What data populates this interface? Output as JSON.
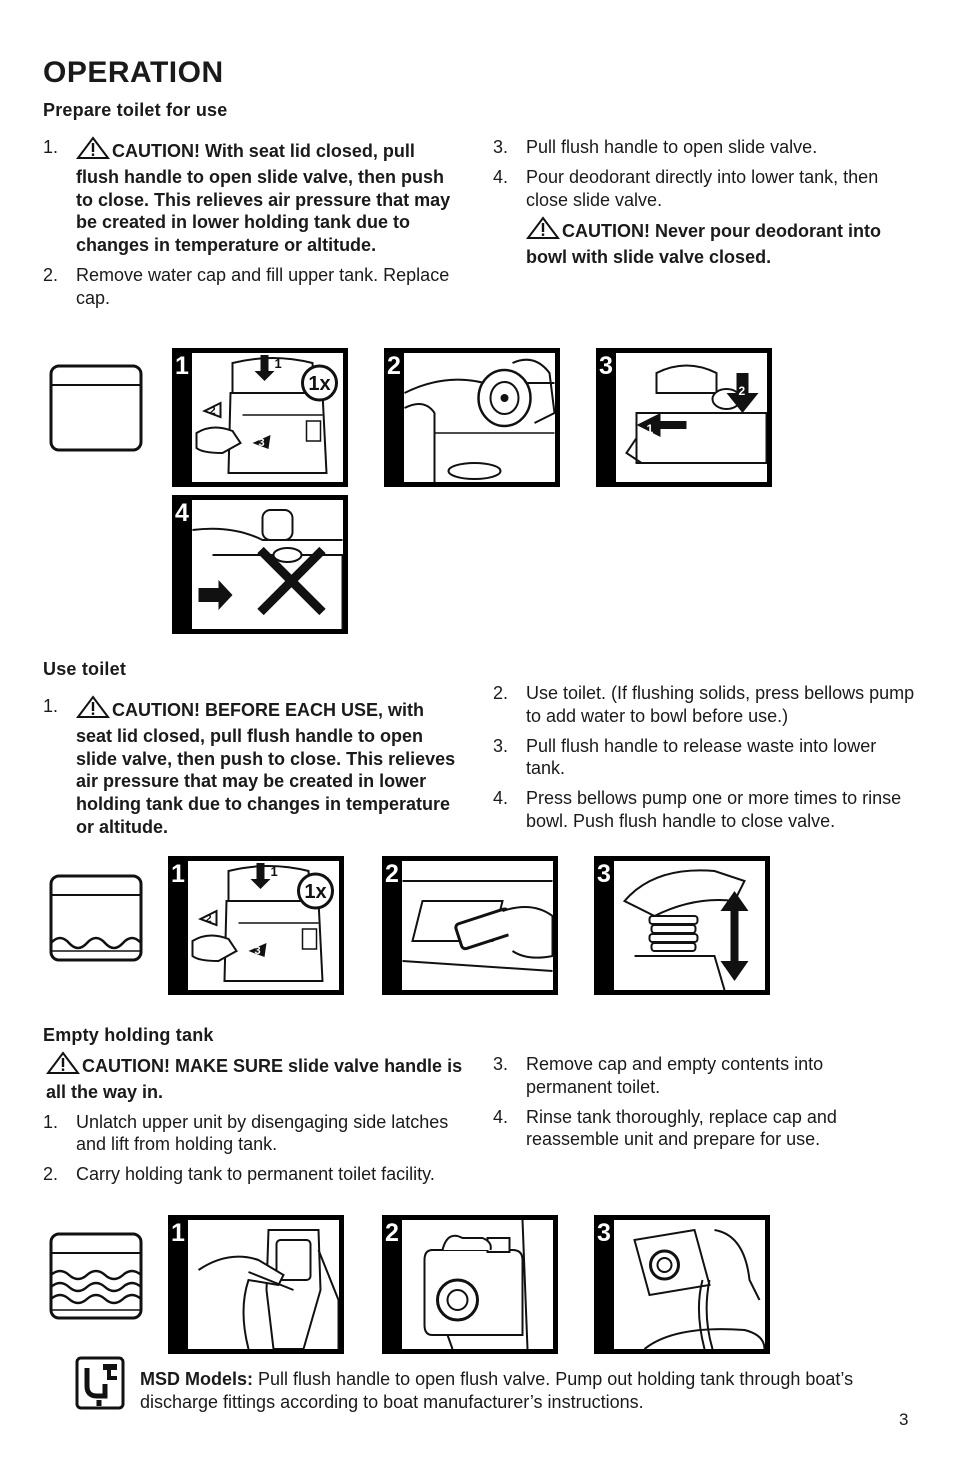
{
  "page_title": "OPERATION",
  "page_number": "3",
  "sections": {
    "prepare": {
      "heading": "Prepare toilet for use",
      "steps": [
        {
          "num": "1.",
          "text": "CAUTION! With seat lid closed, pull flush handle to open slide valve, then push to close. This relieves air pressure that may be created in lower holding tank due to changes in temperature or altitude."
        },
        {
          "num": "2.",
          "text": "Remove water cap and fill upper tank. Replace cap."
        },
        {
          "num": "3.",
          "text": "Pull flush handle to open slide valve."
        },
        {
          "num": "4.",
          "text": "Pour deodorant directly into lower tank, then close slide valve."
        }
      ],
      "caution": "CAUTION! Never pour deodorant into bowl with slide valve closed.",
      "figures": [
        "1",
        "2",
        "3",
        "4"
      ],
      "fig1_badge": "1x",
      "fig1_arrows": [
        "1",
        "2",
        "3"
      ],
      "fig3_arrows": [
        "1",
        "2"
      ]
    },
    "use": {
      "heading": "Use toilet",
      "steps": [
        {
          "num": "1.",
          "text": "CAUTION! BEFORE EACH USE, with seat lid closed, pull flush handle to open slide valve, then push to close. This relieves air pressure that may be created in lower holding tank due to changes in temperature or altitude."
        },
        {
          "num": "2.",
          "text": "Use toilet. (If flushing solids, press bellows pump to add water to bowl before use.)"
        },
        {
          "num": "3.",
          "text": "Pull flush handle to release waste into lower tank."
        },
        {
          "num": "4.",
          "text": "Press bellows pump one or more times to rinse bowl. Push flush handle to close valve."
        }
      ],
      "figures": [
        "1",
        "2",
        "3"
      ],
      "fig1_badge": "1x",
      "fig1_arrows": [
        "1",
        "2",
        "3"
      ]
    },
    "empty": {
      "heading": "Empty holding tank",
      "caution": "CAUTION! MAKE SURE slide valve handle is all the way in.",
      "steps": [
        {
          "num": "1.",
          "text": "Unlatch upper unit by disengaging side latches and lift from holding tank."
        },
        {
          "num": "2.",
          "text": "Carry holding tank to permanent toilet facility."
        },
        {
          "num": "3.",
          "text": "Remove cap and empty contents into permanent toilet."
        },
        {
          "num": "4.",
          "text": "Rinse tank thoroughly, replace cap and reassemble unit and prepare for use."
        }
      ],
      "figures": [
        "1",
        "2",
        "3"
      ]
    }
  },
  "msd": {
    "label": "MSD Models:",
    "text": " Pull flush handle to open flush valve. Pump out holding tank through boat’s discharge fittings according to boat manufacturer’s instructions."
  },
  "icons": {
    "caution": "warning-triangle-icon",
    "tank_empty": "empty-tank-icon",
    "tank_partial": "partial-tank-icon",
    "tank_full": "full-tank-icon",
    "msd": "pump-out-icon"
  }
}
